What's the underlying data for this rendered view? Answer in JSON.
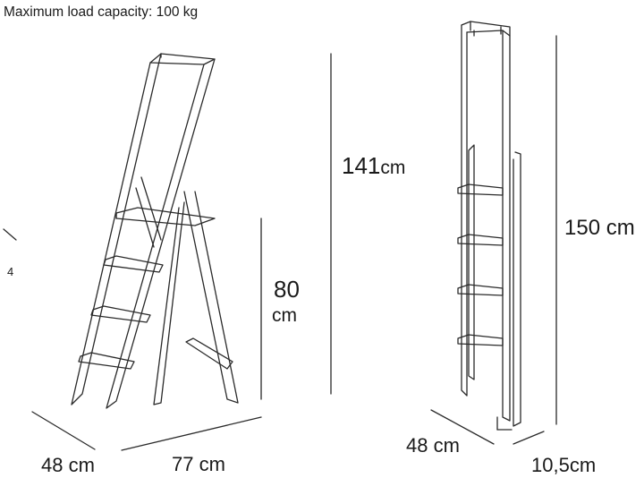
{
  "header": {
    "capacity_label": "Maximum load capacity:",
    "capacity_value": "100 kg"
  },
  "page_mark": "4",
  "open_ladder": {
    "height_top": {
      "value": "141",
      "unit": "cm"
    },
    "height_platform": {
      "value": "80",
      "unit": "cm"
    },
    "depth": "48 cm",
    "width": "77 cm"
  },
  "folded_ladder": {
    "height": "150 cm",
    "depth": "48 cm",
    "thickness": "10,5cm"
  },
  "colors": {
    "line": "#2a2a2a",
    "text": "#1a1a1a",
    "background": "#ffffff"
  }
}
